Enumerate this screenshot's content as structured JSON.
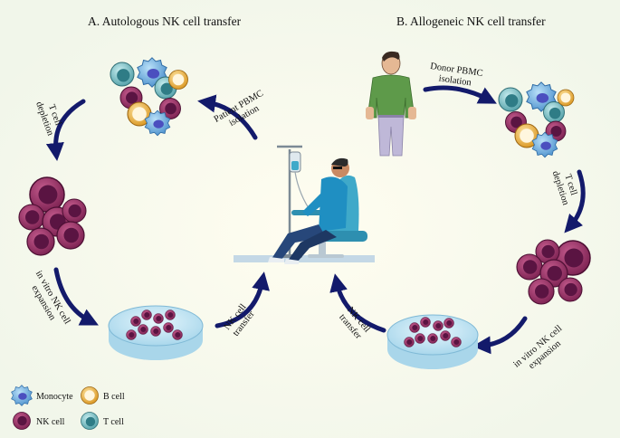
{
  "titles": {
    "autologous": "A. Autologous NK cell transfer",
    "allogeneic": "B. Allogeneic NK cell transfer"
  },
  "labels": {
    "patient_pbmc_isolation": [
      "Patient PBMC",
      "isolation"
    ],
    "t_cell_depletion_left": [
      "T cell",
      "depletion"
    ],
    "in_vitro_expansion_left": [
      "in vitro NK cell",
      "expansion"
    ],
    "nk_transfer_left": [
      "NK cell",
      "transfer"
    ],
    "nk_transfer_right": [
      "NK cell",
      "transfer"
    ],
    "donor_pbmc_isolation": [
      "Donor PBMC",
      "isolation"
    ],
    "t_cell_depletion_right": [
      "T cell",
      "depletion"
    ],
    "in_vitro_expansion_right": [
      "in vitro NK cell",
      "expansion"
    ]
  },
  "legend": {
    "monocyte": "Monocyte",
    "b_cell": "B cell",
    "nk_cell": "NK cell",
    "t_cell": "T cell"
  },
  "colors": {
    "arrow": "#131a6b",
    "nk_cell": "#8e2a5f",
    "nk_nucleus": "#5a1442",
    "monocyte": "#6fb7e6",
    "b_cell": "#f0b649",
    "t_cell": "#7ec5cc",
    "dish": "#bfe3f3",
    "chair": "#3fa9c9",
    "donor_shirt": "#5e9a4a"
  }
}
